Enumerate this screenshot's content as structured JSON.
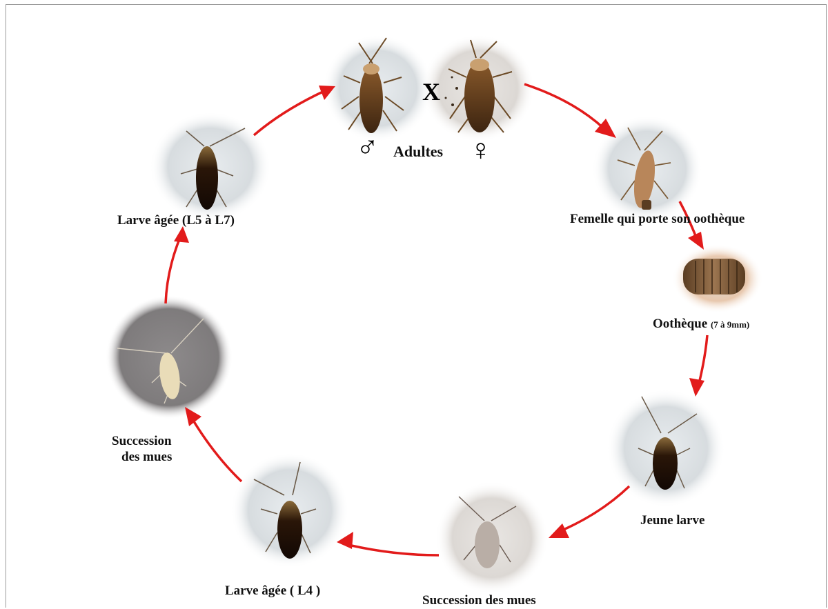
{
  "title": "",
  "stages": {
    "adults": {
      "label": "Adultes",
      "male_symbol": "♂",
      "female_symbol": "♀",
      "cross": "X"
    },
    "female_ootheca": {
      "label": "Femelle qui porte son oothèque"
    },
    "ootheca": {
      "label": "Oothèque",
      "size_note": "(7 à 9mm)"
    },
    "young_larva": {
      "label": "Jeune larve"
    },
    "molts_bottom": {
      "label": "Succession des mues"
    },
    "larva_l4": {
      "label": "Larve âgée ( L4 )"
    },
    "molts_left": {
      "line1": "Succession",
      "line2": "des mues"
    },
    "larva_l5_l7": {
      "label": "Larve âgée (L5 à L7)"
    }
  },
  "colors": {
    "arrow": "#e21b1b",
    "frame": "#9a9a9a",
    "text": "#111111"
  },
  "icons": [
    "male-symbol-icon",
    "female-symbol-icon",
    "cockroach-photo",
    "ootheca-photo",
    "arrow-icon"
  ]
}
